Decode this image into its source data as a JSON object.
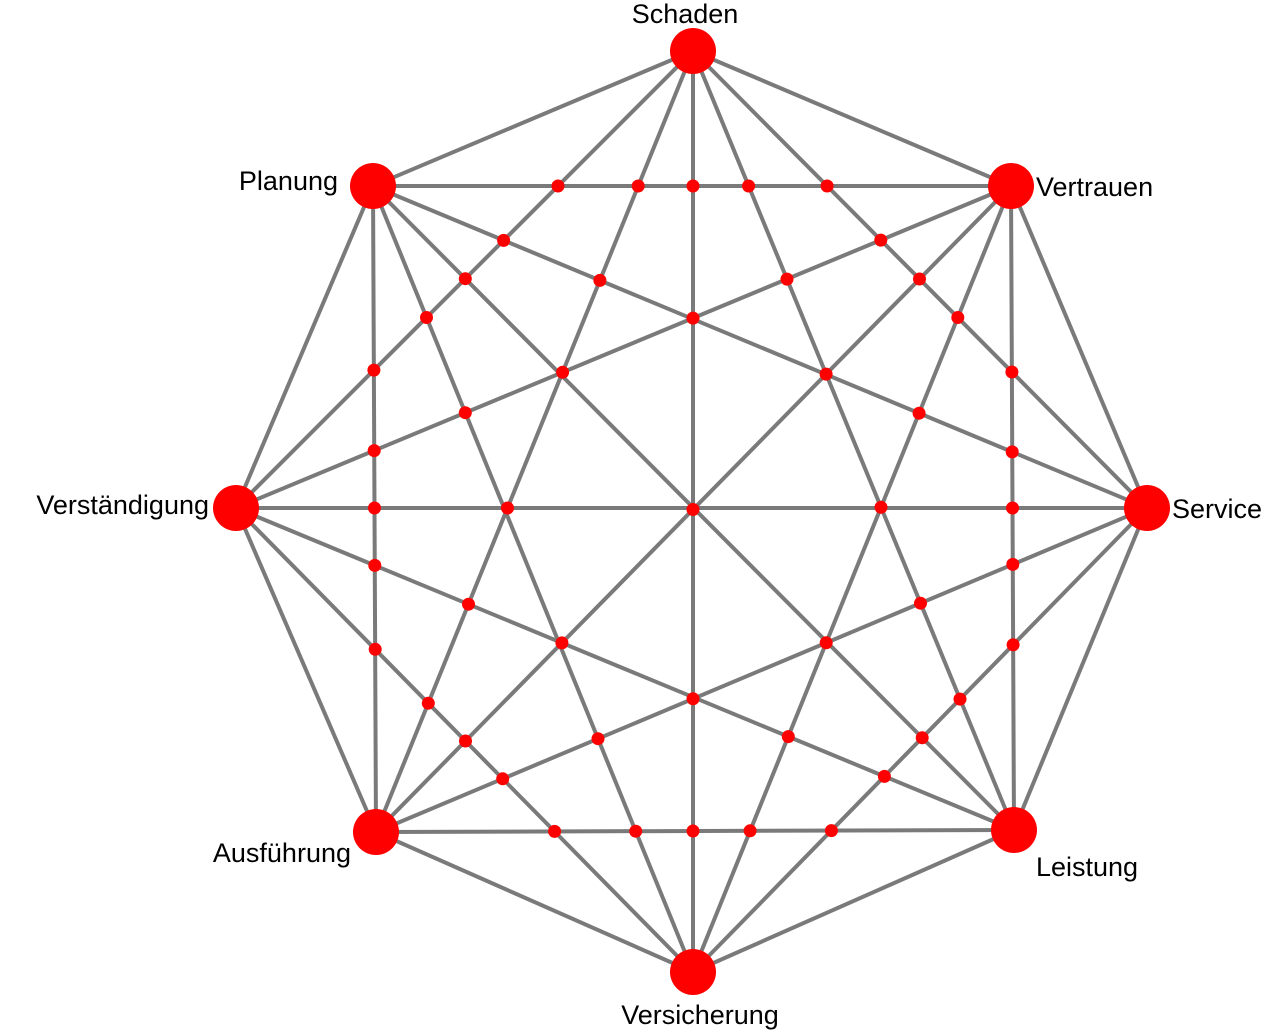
{
  "diagram": {
    "type": "complete-graph",
    "description": "Complete graph of 8 concept nodes arranged on an octagon; every pair of nodes is connected, small red dots mark edge crossings",
    "colors": {
      "node": "#ff0000",
      "edge": "#7a7a7a",
      "label": "#000000",
      "background": "#ffffff"
    },
    "nodes": [
      {
        "id": "schaden",
        "label": "Schaden",
        "label_position": "top"
      },
      {
        "id": "vertrauen",
        "label": "Vertrauen",
        "label_position": "right"
      },
      {
        "id": "service",
        "label": "Service",
        "label_position": "right"
      },
      {
        "id": "leistung",
        "label": "Leistung",
        "label_position": "bottom-right"
      },
      {
        "id": "versicherung",
        "label": "Versicherung",
        "label_position": "bottom"
      },
      {
        "id": "ausfuehrung",
        "label": "Ausführung",
        "label_position": "left"
      },
      {
        "id": "verstaendigung",
        "label": "Verständigung",
        "label_position": "left"
      },
      {
        "id": "planung",
        "label": "Planung",
        "label_position": "left"
      }
    ],
    "connectivity": "all-pairs",
    "show_crossings": true
  }
}
